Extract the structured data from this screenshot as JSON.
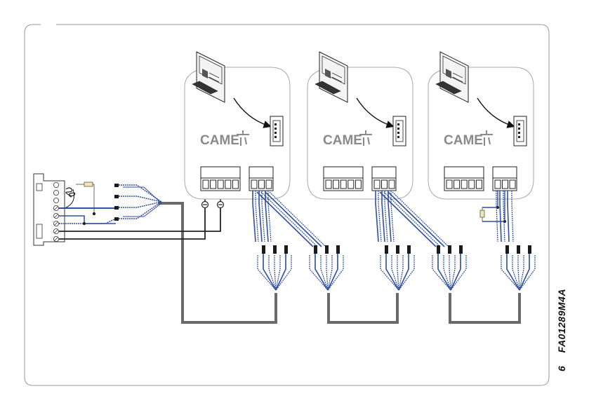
{
  "brand": "CAME",
  "page_number": "6",
  "figure_code": "FA01289M4A",
  "colors": {
    "frame": "#9a9a9a",
    "panel_stroke": "#a8a8a8",
    "bus_cable": "#6a6a6a",
    "blue_wire": "#2f4fa0",
    "dark_wire": "#222222",
    "connector": "#1a1a1a",
    "came_text": "#8a8a8a"
  },
  "modules": [
    {
      "id": "module-1",
      "brand": "CAME"
    },
    {
      "id": "module-2",
      "brand": "CAME"
    },
    {
      "id": "module-3",
      "brand": "CAME"
    }
  ]
}
